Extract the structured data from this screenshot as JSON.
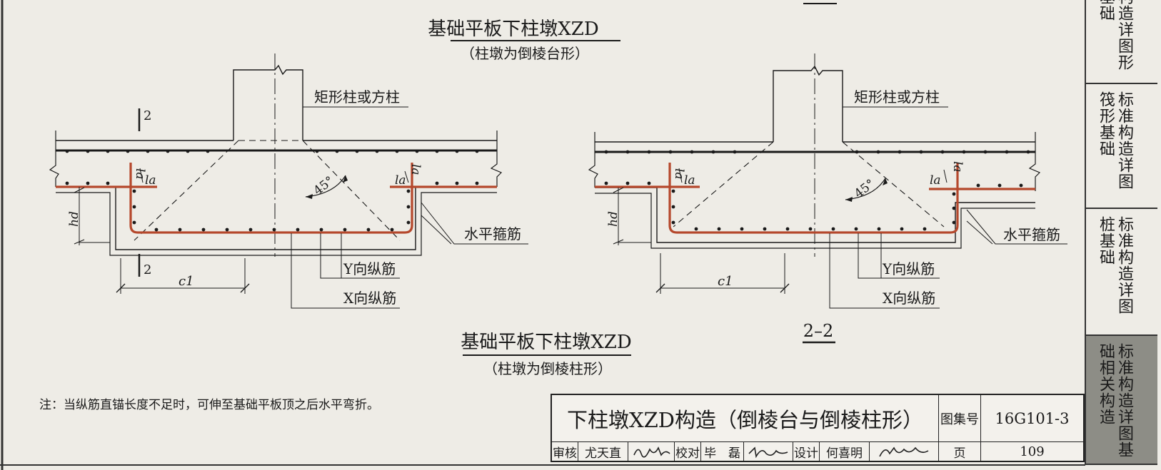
{
  "drawings": {
    "left": {
      "title": "基础平板下柱墩XZD",
      "subtitle": "（柱墩为倒棱台形）",
      "column_label": "矩形柱或方柱",
      "angle_label": "45°",
      "anchor_label": "la",
      "depth_label": "hd",
      "width_label": "c1",
      "stirrup_label": "水平箍筋",
      "y_bar_label": "Y向纵筋",
      "x_bar_label": "X向纵筋",
      "section_mark": "2"
    },
    "right": {
      "title": "基础平板下柱墩XZD",
      "subtitle": "（柱墩为倒棱柱形）",
      "column_label": "矩形柱或方柱",
      "angle_label": "45°",
      "anchor_label": "la",
      "depth_label": "hd",
      "width_label": "c1",
      "stirrup_label": "水平箍筋",
      "y_bar_label": "Y向纵筋",
      "x_bar_label": "X向纵筋",
      "section_title": "2–2"
    }
  },
  "note": "注：当纵筋直锚长度不足时，可伸至基础平板顶之后水平弯折。",
  "title_block": {
    "drawing_title": "下柱墩XZD构造（倒棱台与倒棱柱形）",
    "atlas_label": "图集号",
    "atlas_number": "16G101-3",
    "review_label": "审核",
    "reviewer": "尤天直",
    "check_label": "校对",
    "checker": "毕　磊",
    "design_label": "设计",
    "designer": "何喜明",
    "page_label": "页",
    "page_number": "109"
  },
  "side_tabs": [
    {
      "text": "构造详图形基础",
      "active": false
    },
    {
      "text": "标准构造详图筏形基础",
      "active": false
    },
    {
      "text": "标准构造详图桩基础",
      "active": false
    },
    {
      "text": "标准构造详图基础相关构造",
      "active": true
    }
  ],
  "colors": {
    "paper": "#eeece6",
    "ink": "#1a1a1a",
    "rebar": "#b5482c",
    "active_tab": "#8d8d86"
  }
}
